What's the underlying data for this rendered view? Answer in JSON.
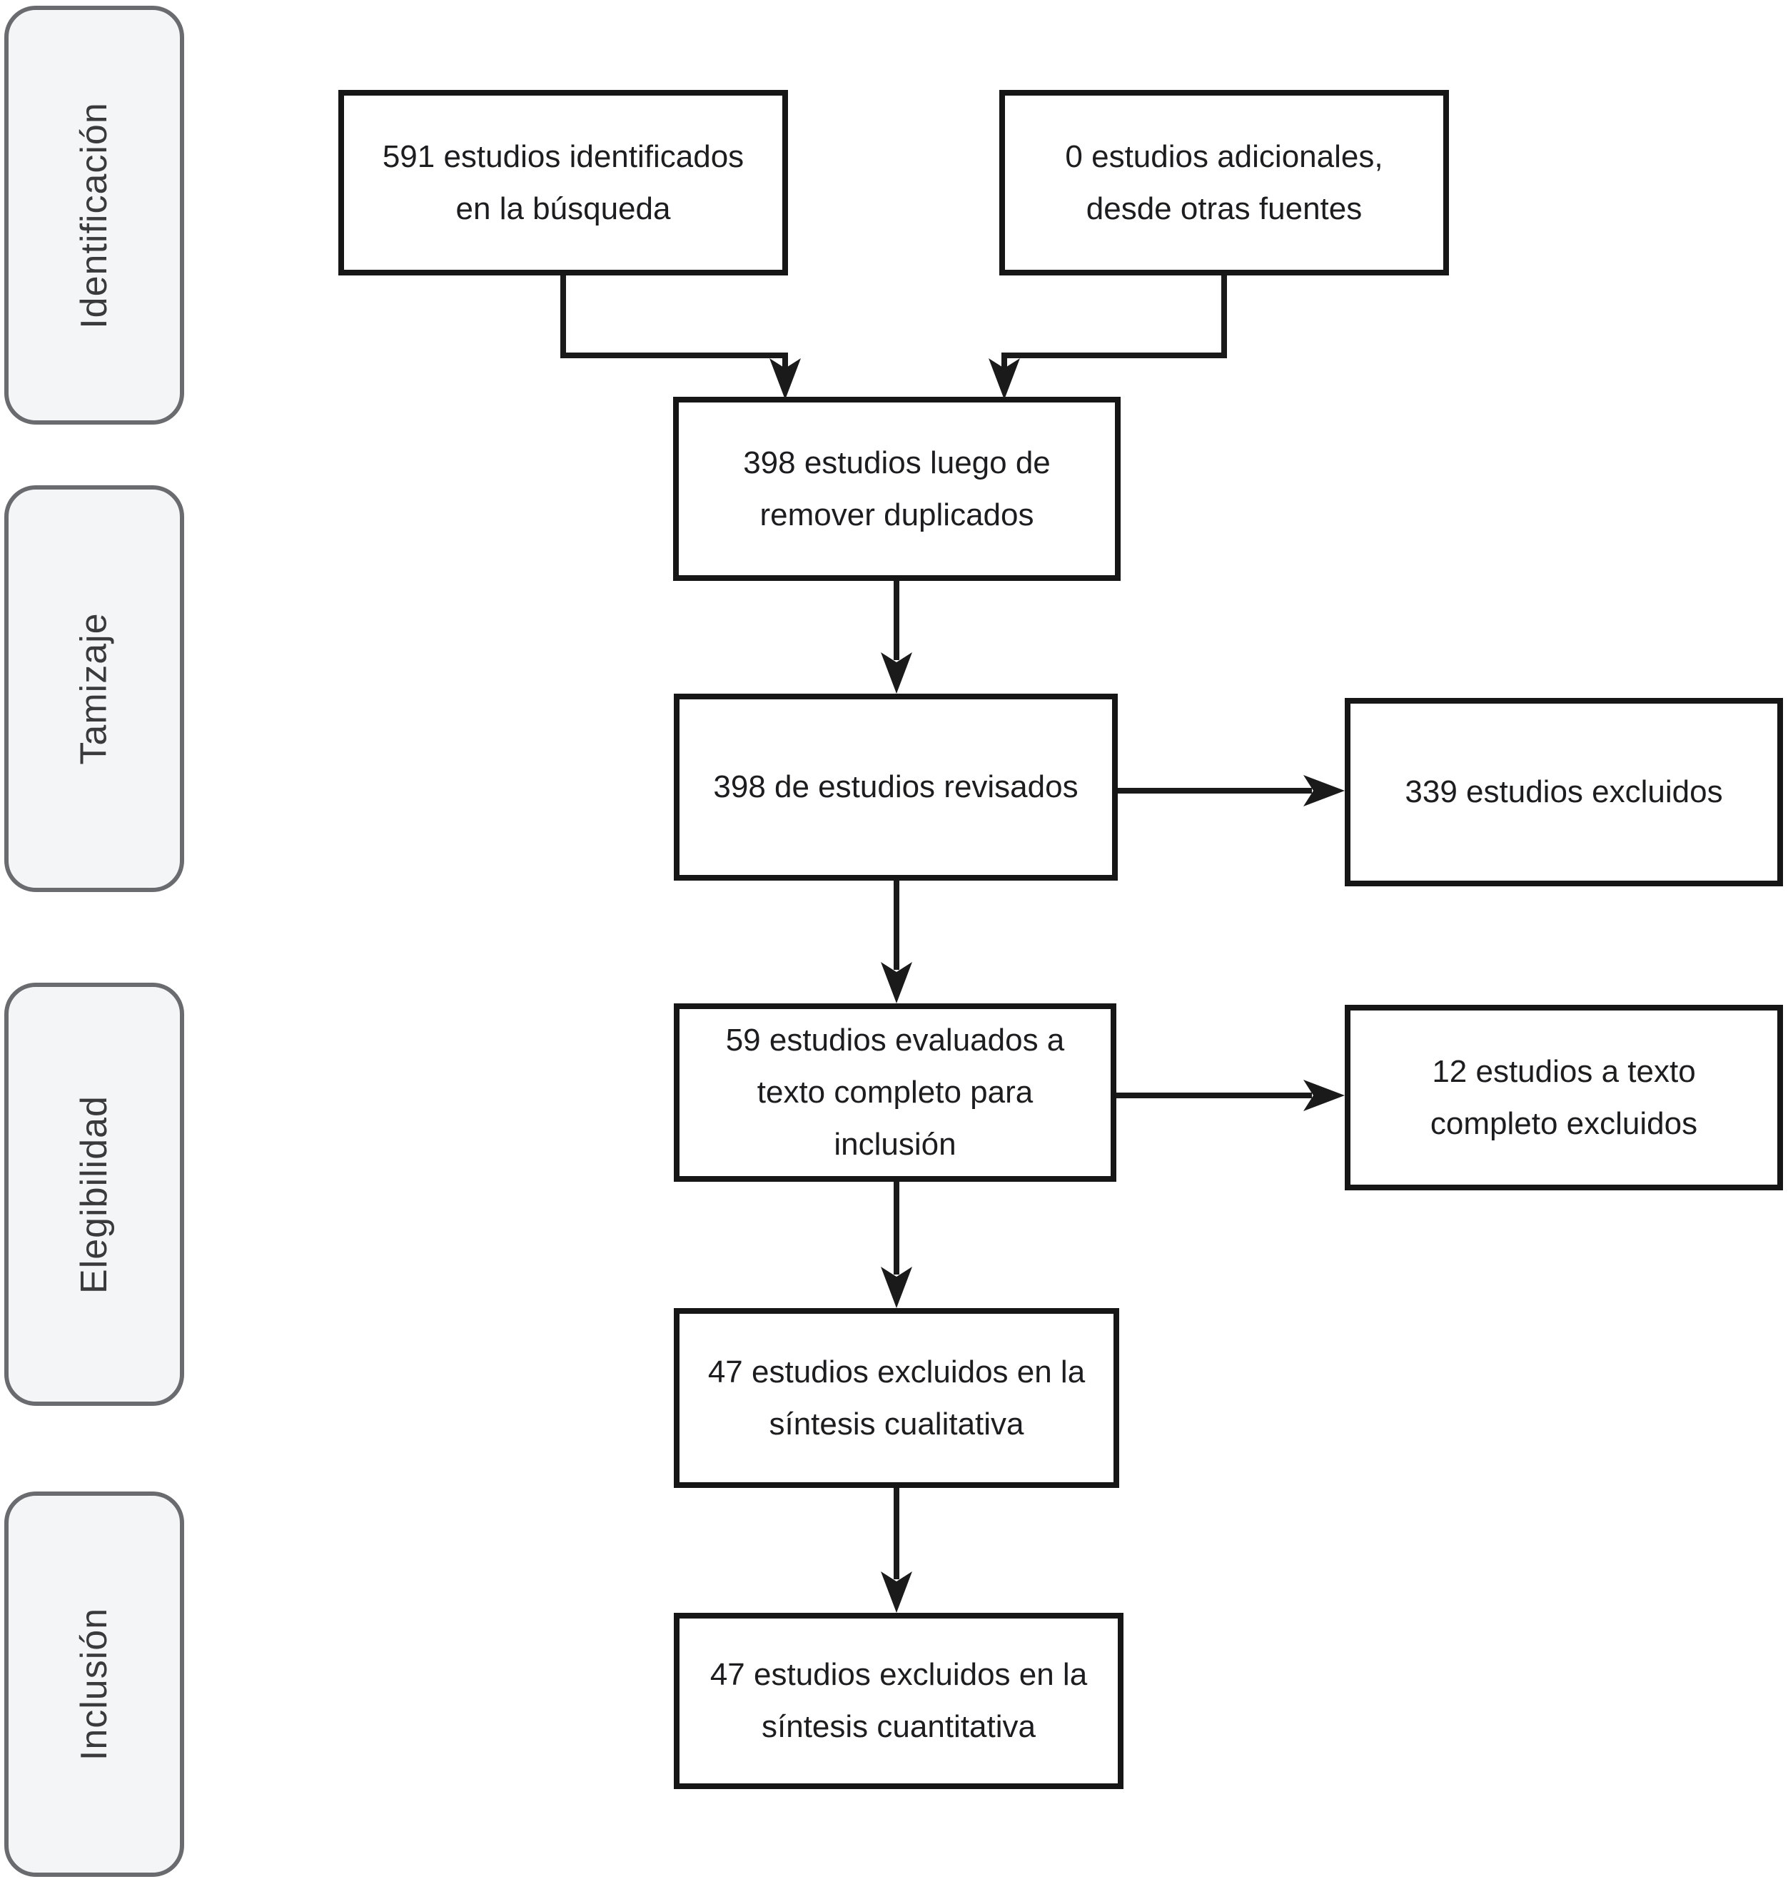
{
  "stages": [
    {
      "label": "Identificación"
    },
    {
      "label": "Tamizaje"
    },
    {
      "label": "Elegibilidad"
    },
    {
      "label": "Inclusión"
    }
  ],
  "nodes": {
    "identified": {
      "lines": [
        "591 estudios identificados",
        "en la búsqueda"
      ]
    },
    "additional": {
      "lines": [
        "0 estudios adicionales,",
        "desde otras fuentes"
      ]
    },
    "after_duplicates": {
      "lines": [
        "398 estudios luego de",
        "remover duplicados"
      ]
    },
    "screened": {
      "lines": [
        "398 de estudios revisados"
      ]
    },
    "excluded_screening": {
      "lines": [
        "339 estudios excluidos"
      ]
    },
    "fulltext_assessed": {
      "lines": [
        "59 estudios evaluados a",
        "texto completo para",
        "inclusión"
      ]
    },
    "fulltext_excluded": {
      "lines": [
        "12 estudios a texto",
        "completo excluidos"
      ]
    },
    "qualitative": {
      "lines": [
        "47 estudios excluidos en la",
        "síntesis cualitativa"
      ]
    },
    "quantitative": {
      "lines": [
        "47 estudios excluidos en la",
        "síntesis cuantitativa"
      ]
    }
  },
  "colors": {
    "node_border": "#161616",
    "node_fill": "#ffffff",
    "connector": "#1a1a1a",
    "rail_border": "#6a6b6e",
    "rail_fill": "#f4f5f7",
    "text": "#1d1d1f"
  }
}
